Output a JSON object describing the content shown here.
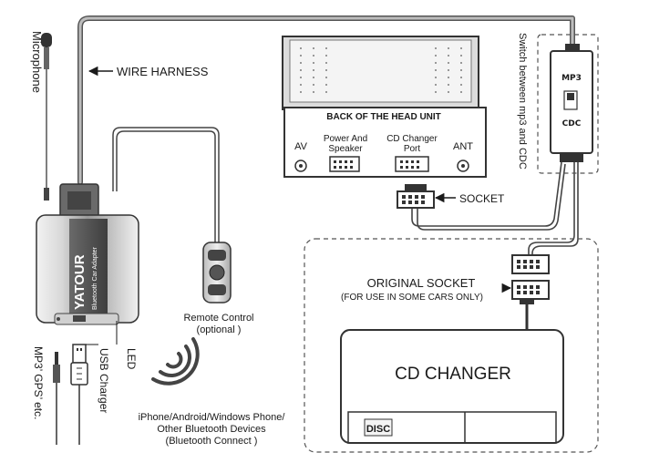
{
  "labels": {
    "microphone": "Microphone",
    "wire_harness": "WIRE HARNESS",
    "back_of_head_unit": "BACK OF THE HEAD UNIT",
    "av": "AV",
    "power_and": "Power And",
    "speaker": "Speaker",
    "cd_changer": "CD Changer",
    "port": "Port",
    "ant": "ANT",
    "switch_caption": "Switch between mp3 and CDC",
    "mp3": "MP3",
    "cdc": "CDC",
    "socket": "SOCKET",
    "original_socket": "ORIGINAL SOCKET",
    "original_socket_note": "(FOR USE IN SOME CARS ONLY)",
    "remote_control": "Remote Control",
    "remote_optional": "(optional )",
    "cd_changer_box": "CD CHANGER",
    "disc_logo": "DISC",
    "brand": "YATOUR",
    "brand_sub": "Bluetooth Car Adapter",
    "led": "LED",
    "usb_charger": "USB Charger",
    "mp3_gps": "MP3’ GPS’ etc.",
    "bt_line1": "iPhone/Android/Windows Phone/",
    "bt_line2": "Other Bluetooth Devices",
    "bt_line3": "(Bluetooth Connect )"
  },
  "colors": {
    "ink": "#1a1a1a",
    "wire": "#8a8a8a",
    "device_dark": "#5a5a5a",
    "device_light": "#e8e8e8",
    "dash": "#555555"
  },
  "icons": [
    "microphone-icon",
    "usb-plug-icon",
    "audio-jack-icon",
    "bluetooth-signal-icon",
    "remote-control-icon",
    "switch-icon"
  ]
}
